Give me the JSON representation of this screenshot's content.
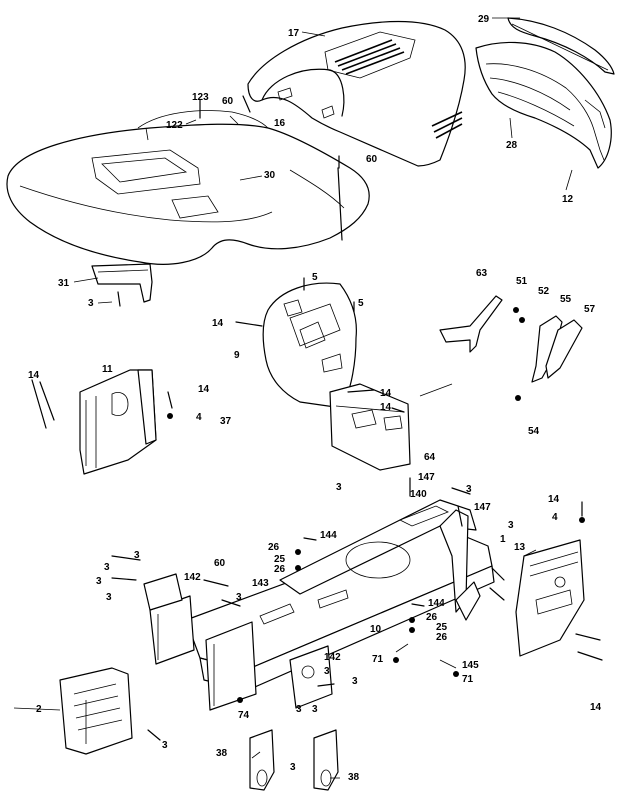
{
  "diagram": {
    "callouts": [
      {
        "id": "c17",
        "text": "17"
      },
      {
        "id": "c29",
        "text": "29"
      },
      {
        "id": "c123",
        "text": "123"
      },
      {
        "id": "c60a",
        "text": "60"
      },
      {
        "id": "c122",
        "text": "122"
      },
      {
        "id": "c16",
        "text": "16"
      },
      {
        "id": "c28",
        "text": "28"
      },
      {
        "id": "c60b",
        "text": "60"
      },
      {
        "id": "c30",
        "text": "30"
      },
      {
        "id": "c12",
        "text": "12"
      },
      {
        "id": "c31",
        "text": "31"
      },
      {
        "id": "c3a",
        "text": "3"
      },
      {
        "id": "c5a",
        "text": "5"
      },
      {
        "id": "c5b",
        "text": "5"
      },
      {
        "id": "c63",
        "text": "63"
      },
      {
        "id": "c51",
        "text": "51"
      },
      {
        "id": "c52",
        "text": "52"
      },
      {
        "id": "c55",
        "text": "55"
      },
      {
        "id": "c57",
        "text": "57"
      },
      {
        "id": "c14a",
        "text": "14"
      },
      {
        "id": "c9",
        "text": "9"
      },
      {
        "id": "c11",
        "text": "11"
      },
      {
        "id": "c14b",
        "text": "14"
      },
      {
        "id": "c14c",
        "text": "14"
      },
      {
        "id": "c4a",
        "text": "4"
      },
      {
        "id": "c14d",
        "text": "14"
      },
      {
        "id": "c14e",
        "text": "14"
      },
      {
        "id": "c37",
        "text": "37"
      },
      {
        "id": "c54",
        "text": "54"
      },
      {
        "id": "c64",
        "text": "64"
      },
      {
        "id": "c147a",
        "text": "147"
      },
      {
        "id": "c3b",
        "text": "3"
      },
      {
        "id": "c140",
        "text": "140"
      },
      {
        "id": "c3c",
        "text": "3"
      },
      {
        "id": "c14f",
        "text": "14"
      },
      {
        "id": "c147b",
        "text": "147"
      },
      {
        "id": "c4b",
        "text": "4"
      },
      {
        "id": "c3d",
        "text": "3"
      },
      {
        "id": "c1",
        "text": "1"
      },
      {
        "id": "c144a",
        "text": "144"
      },
      {
        "id": "c13",
        "text": "13"
      },
      {
        "id": "c26a",
        "text": "26"
      },
      {
        "id": "c3e",
        "text": "3"
      },
      {
        "id": "c25a",
        "text": "25"
      },
      {
        "id": "c26b",
        "text": "26"
      },
      {
        "id": "c60c",
        "text": "60"
      },
      {
        "id": "c3f",
        "text": "3"
      },
      {
        "id": "c3g",
        "text": "3"
      },
      {
        "id": "c142a",
        "text": "142"
      },
      {
        "id": "c143",
        "text": "143"
      },
      {
        "id": "c3h",
        "text": "3"
      },
      {
        "id": "c3i",
        "text": "3"
      },
      {
        "id": "c144b",
        "text": "144"
      },
      {
        "id": "c26c",
        "text": "26"
      },
      {
        "id": "c10",
        "text": "10"
      },
      {
        "id": "c25b",
        "text": "25"
      },
      {
        "id": "c26d",
        "text": "26"
      },
      {
        "id": "c71a",
        "text": "71"
      },
      {
        "id": "c142b",
        "text": "142"
      },
      {
        "id": "c3j",
        "text": "3"
      },
      {
        "id": "c145",
        "text": "145"
      },
      {
        "id": "c71b",
        "text": "71"
      },
      {
        "id": "c3k",
        "text": "3"
      },
      {
        "id": "c2",
        "text": "2"
      },
      {
        "id": "c74",
        "text": "74"
      },
      {
        "id": "c3l",
        "text": "3"
      },
      {
        "id": "c3m",
        "text": "3"
      },
      {
        "id": "c14g",
        "text": "14"
      },
      {
        "id": "c3n",
        "text": "3"
      },
      {
        "id": "c38a",
        "text": "38"
      },
      {
        "id": "c3o",
        "text": "3"
      },
      {
        "id": "c38b",
        "text": "38"
      }
    ]
  }
}
